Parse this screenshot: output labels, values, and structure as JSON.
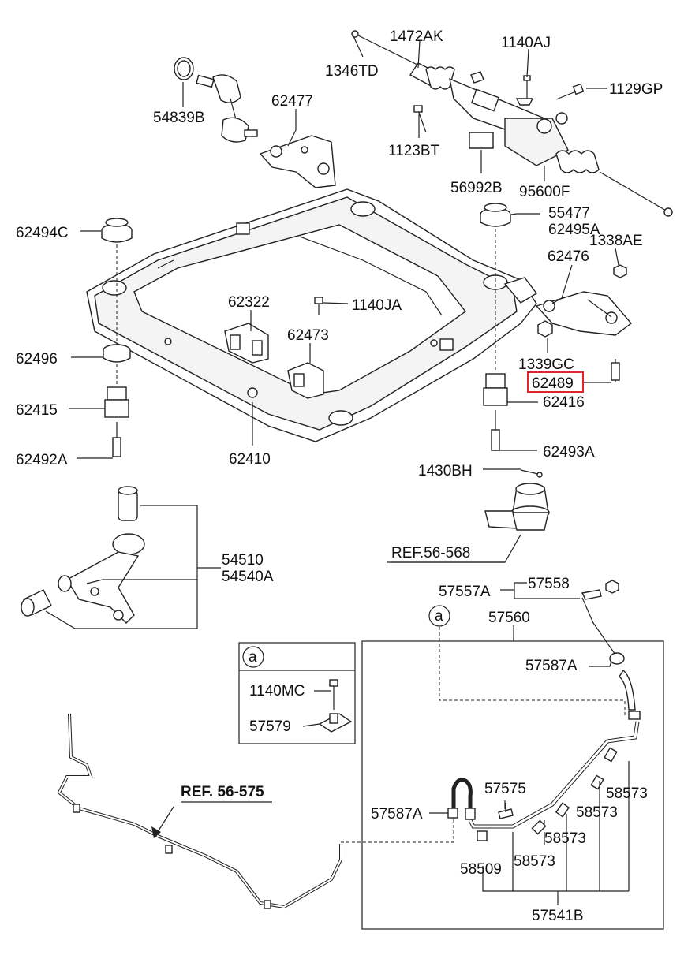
{
  "labels": {
    "p1346TD": "1346TD",
    "p1472AK": "1472AK",
    "p1140AJ": "1140AJ",
    "p1129GP": "1129GP",
    "p54839B": "54839B",
    "p62477": "62477",
    "p1123BT": "1123BT",
    "p56992B": "56992B",
    "p95600F": "95600F",
    "p62494C": "62494C",
    "p55477": "55477",
    "p62495A": "62495A",
    "p1338AE": "1338AE",
    "p62476": "62476",
    "p62322": "62322",
    "p1140JA": "1140JA",
    "p62473": "62473",
    "p62496": "62496",
    "p1339GC": "1339GC",
    "p62489": "62489",
    "p62415": "62415",
    "p62416": "62416",
    "p62410": "62410",
    "p62492A": "62492A",
    "p62493A": "62493A",
    "p1430BH": "1430BH",
    "ref56568": "REF.56-568",
    "p54510": "54510",
    "p54540A": "54540A",
    "p57557A": "57557A",
    "p57558": "57558",
    "circleA": "a",
    "p57560": "57560",
    "p57587A_top": "57587A",
    "boxA": "a",
    "p1140MC": "1140MC",
    "p57579": "57579",
    "ref56575": "REF. 56-575",
    "p57575": "57575",
    "p58573_a": "58573",
    "p57587A_mid": "57587A",
    "p58573_b": "58573",
    "p58573_c": "58573",
    "p58509": "58509",
    "p58573_d": "58573",
    "p57541B": "57541B"
  },
  "highlight_color": "#e0262b",
  "highlighted_part": "62489"
}
